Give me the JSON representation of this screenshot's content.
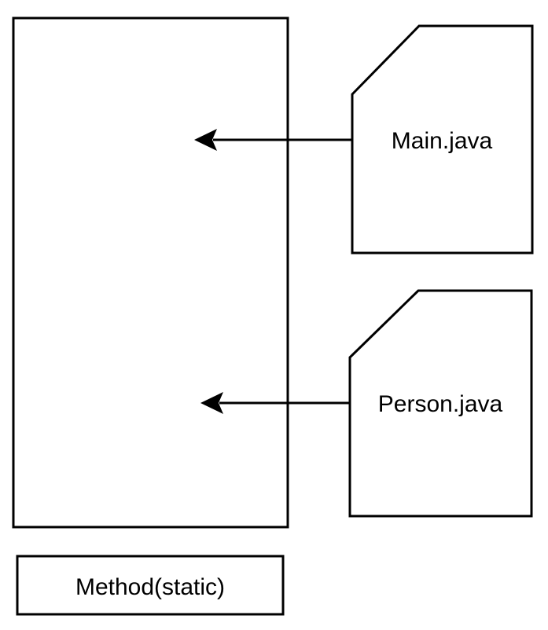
{
  "diagram": {
    "colors": {
      "background": "#ffffff",
      "line": "#000000",
      "text": "#000000"
    },
    "method_area": {
      "shape": "rectangle",
      "label": ""
    },
    "files": [
      {
        "name": "Main.java",
        "shape": "document-cut-corner"
      },
      {
        "name": "Person.java",
        "shape": "document-cut-corner"
      }
    ],
    "arrows": [
      {
        "source": "Main.java",
        "points_to": "method-area-rectangle",
        "direction": "left"
      },
      {
        "source": "Person.java",
        "points_to": "method-area-rectangle",
        "direction": "left"
      }
    ],
    "legend_box": {
      "label": "Method(static)"
    }
  }
}
